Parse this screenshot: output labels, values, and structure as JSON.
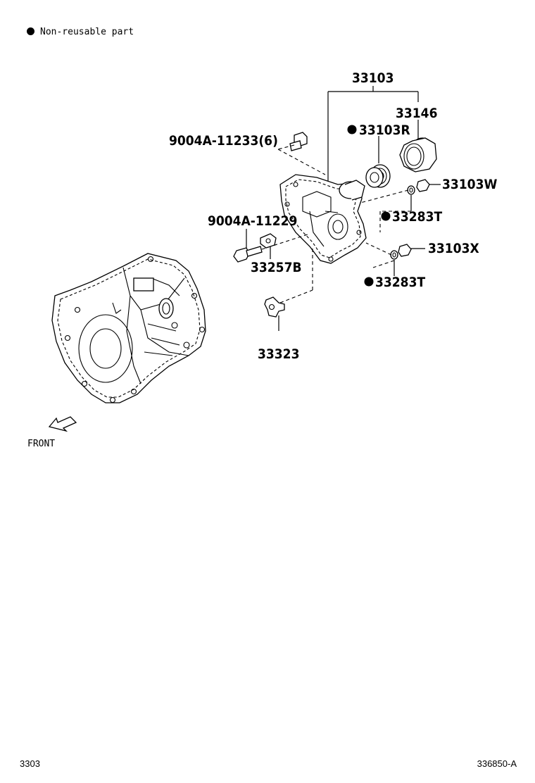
{
  "legend": {
    "bullet_icon": "filled-circle",
    "text": "Non-reusable part"
  },
  "part_labels": {
    "p33103": "33103",
    "p33146": "33146",
    "p33103R": "33103R",
    "p9004A_11233": "9004A-11233(6)",
    "p33103W": "33103W",
    "p33283T_a": "33283T",
    "p9004A_11229": "9004A-11229",
    "p33103X": "33103X",
    "p33257B": "33257B",
    "p33283T_b": "33283T",
    "p33323": "33323"
  },
  "front_label": "FRONT",
  "footer": {
    "left": "3303",
    "right": "336850-A"
  }
}
